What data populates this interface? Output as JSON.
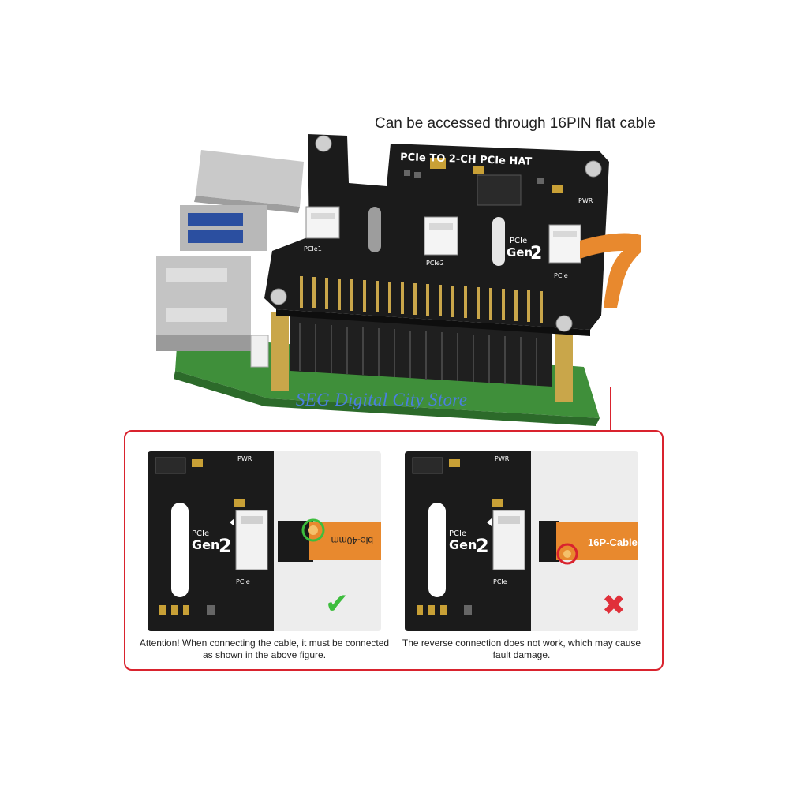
{
  "headline": "Can be accessed through 16PIN flat cable",
  "watermark": "SEG Digital City Store",
  "board": {
    "title": "PCIe TO 2-CH PCIe HAT",
    "pcie_label": "PCIe",
    "pcie1": "PCIe1",
    "pcie2": "PCIe2",
    "gen": "Gen",
    "gen_num": "2",
    "pwr": "PWR"
  },
  "panels": {
    "correct": {
      "cable_text": "ble-40mm",
      "mark": "✔",
      "caption": "Attention! When connecting the cable, it must be connected as shown in the above figure."
    },
    "wrong": {
      "cable_text": "16P-Cable",
      "mark": "✖",
      "caption": "The reverse connection does not work, which may cause fault damage."
    }
  },
  "colors": {
    "accent_red": "#d9232e",
    "check_green": "#3dbd3d",
    "cable_orange": "#e8892e",
    "pcb_black": "#1b1b1b",
    "pcb_green": "#3f8f3a"
  }
}
